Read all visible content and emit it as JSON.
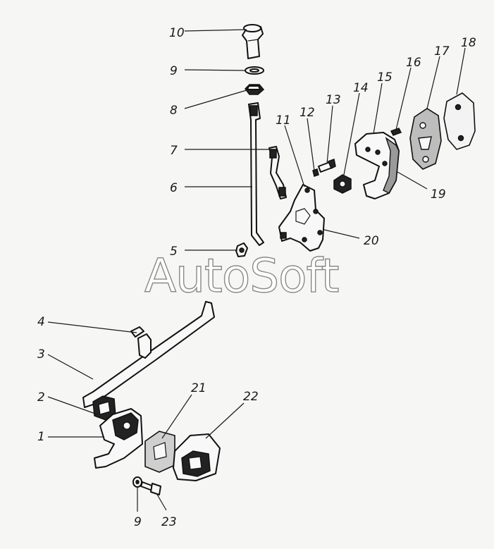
{
  "watermark": "AutoSoft",
  "callouts": [
    {
      "id": "label-10",
      "text": "10"
    },
    {
      "id": "label-9-top",
      "text": "9"
    },
    {
      "id": "label-8",
      "text": "8"
    },
    {
      "id": "label-7",
      "text": "7"
    },
    {
      "id": "label-6",
      "text": "6"
    },
    {
      "id": "label-5",
      "text": "5"
    },
    {
      "id": "label-4",
      "text": "4"
    },
    {
      "id": "label-3",
      "text": "3"
    },
    {
      "id": "label-2",
      "text": "2"
    },
    {
      "id": "label-1",
      "text": "1"
    },
    {
      "id": "label-11",
      "text": "11"
    },
    {
      "id": "label-12",
      "text": "12"
    },
    {
      "id": "label-13",
      "text": "13"
    },
    {
      "id": "label-14",
      "text": "14"
    },
    {
      "id": "label-15",
      "text": "15"
    },
    {
      "id": "label-16",
      "text": "16"
    },
    {
      "id": "label-17",
      "text": "17"
    },
    {
      "id": "label-18",
      "text": "18"
    },
    {
      "id": "label-19",
      "text": "19"
    },
    {
      "id": "label-20",
      "text": "20"
    },
    {
      "id": "label-21",
      "text": "21"
    },
    {
      "id": "label-22",
      "text": "22"
    },
    {
      "id": "label-9-bottom",
      "text": "9"
    },
    {
      "id": "label-23",
      "text": "23"
    }
  ]
}
